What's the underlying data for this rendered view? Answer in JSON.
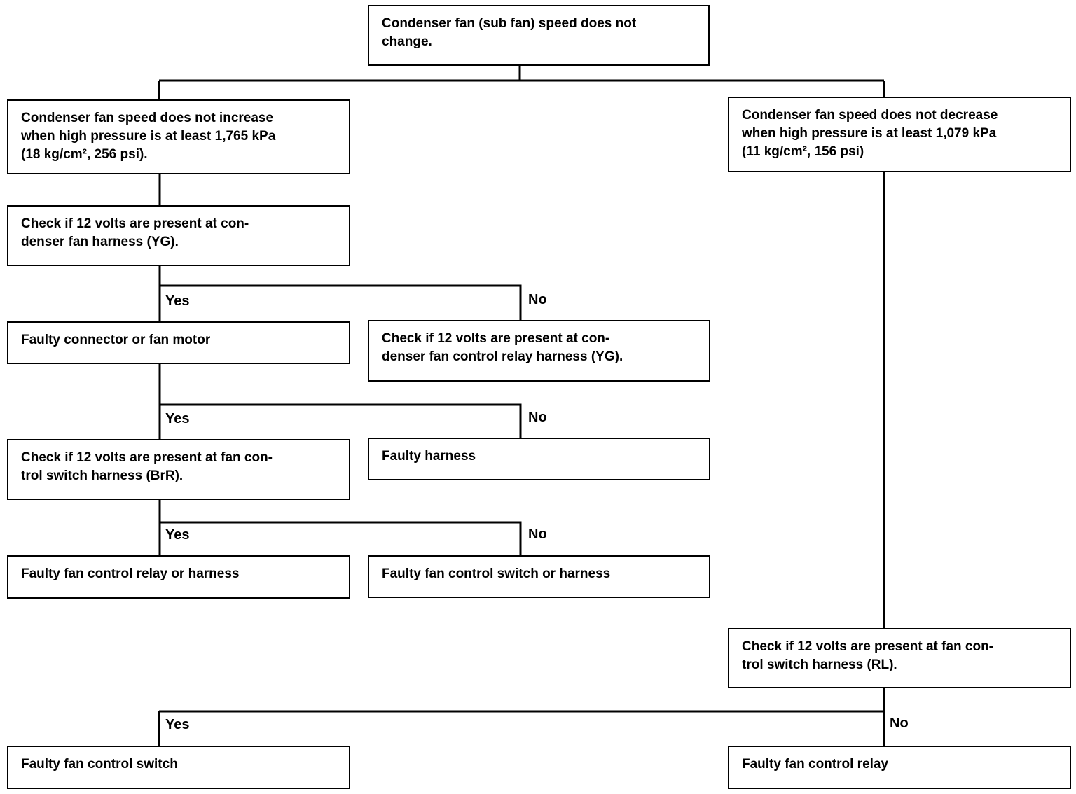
{
  "nodes": {
    "start": [
      "Condenser fan (sub fan) speed does not",
      "change."
    ],
    "no_increase": [
      "Condenser fan speed does not increase",
      "when high pressure is at least 1,765 kPa",
      "(18 kg/cm², 256 psi)."
    ],
    "no_decrease": [
      "Condenser fan speed does not decrease",
      "when high pressure is at least 1,079 kPa",
      "(11 kg/cm², 156 psi)"
    ],
    "check_fan_harness": [
      "Check if 12 volts are present at con-",
      "denser fan harness (YG)."
    ],
    "faulty_connector_motor": [
      "Faulty connector or fan motor"
    ],
    "check_relay_harness": [
      "Check if 12 volts are present at con-",
      "denser fan control relay harness (YG)."
    ],
    "check_switch_harness_brr": [
      "Check if 12 volts are present at fan con-",
      "trol switch harness (BrR)."
    ],
    "faulty_harness": [
      "Faulty harness"
    ],
    "faulty_relay_or_harness": [
      "Faulty fan control relay or harness"
    ],
    "faulty_switch_or_harness": [
      "Faulty fan control switch or harness"
    ],
    "check_switch_harness_rl": [
      "Check if 12 volts are present at fan con-",
      "trol switch harness (RL)."
    ],
    "faulty_switch": [
      "Faulty fan control switch"
    ],
    "faulty_relay": [
      "Faulty fan control relay"
    ]
  },
  "labels": {
    "yes": "Yes",
    "no": "No"
  }
}
